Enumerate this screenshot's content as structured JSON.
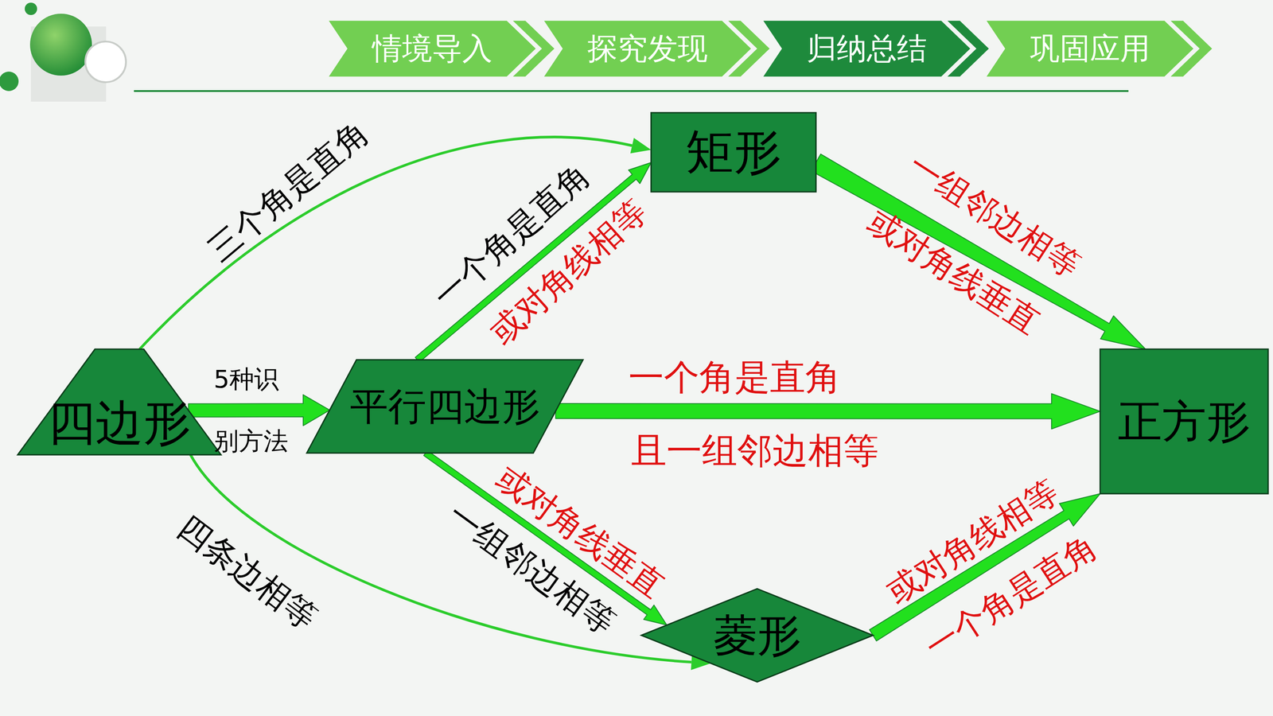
{
  "diagram": {
    "nodes": [
      {
        "text": [
          "情境导入"
        ]
      },
      {
        "text": [
          "探究发现"
        ]
      },
      {
        "text": [
          "归纳总结"
        ]
      },
      {
        "text": [
          "巩固应用"
        ]
      },
      {
        "text": [
          "矩形"
        ]
      },
      {
        "text": [
          "四边形"
        ]
      },
      {
        "text": [
          "平行四边形"
        ]
      },
      {
        "text": [
          "正方形"
        ]
      },
      {
        "text": [
          "菱形"
        ]
      }
    ],
    "edges": [
      {
        "from": 5,
        "to": 4,
        "arrow": "to",
        "label": "三个角是直角"
      },
      {
        "from": 5,
        "to": 6,
        "arrow": "to",
        "label": "5种识别方法"
      },
      {
        "from": 5,
        "to": 8,
        "arrow": "to",
        "label": "四条边相等"
      },
      {
        "from": 6,
        "to": 4,
        "arrow": "to",
        "label": "一个角是直角"
      },
      {
        "from": 6,
        "to": 7,
        "arrow": "to",
        "label": "一个角是直角"
      },
      {
        "from": 6,
        "to": 8,
        "arrow": "to",
        "label": "一组邻边相等"
      },
      {
        "from": 4,
        "to": 7,
        "arrow": "to",
        "label": "一组邻边相等"
      },
      {
        "from": 8,
        "to": 7,
        "arrow": "to",
        "label": "一个角是直角"
      }
    ],
    "labels": [
      "或对角线相等",
      "且一组邻边相等",
      "或对角线垂直",
      "或对角线垂直",
      "或对角线相等"
    ]
  }
}
